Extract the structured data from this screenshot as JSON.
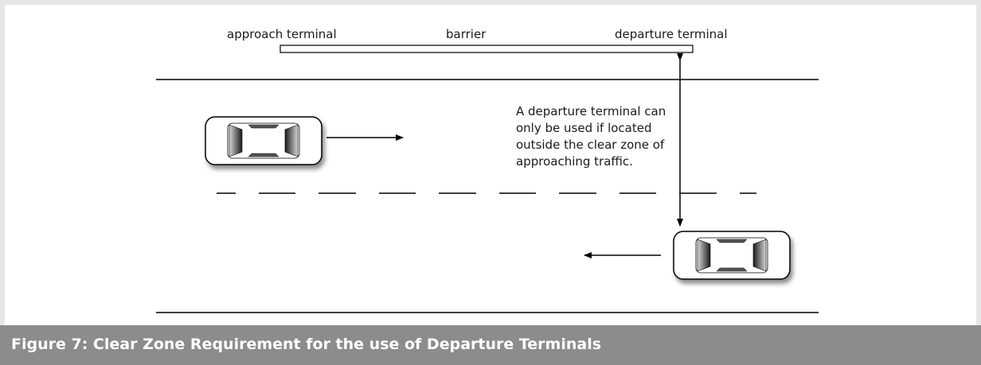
{
  "diagram": {
    "labels": {
      "approach_terminal": "approach terminal",
      "barrier": "barrier",
      "departure_terminal": "departure terminal"
    },
    "note_lines": [
      "A departure terminal can",
      "only be used if located",
      "outside the clear zone of",
      "approaching traffic."
    ]
  },
  "caption": "Figure 7: Clear Zone Requirement for the use of Departure Terminals",
  "colors": {
    "caption_bar": "#8c8c8c",
    "frame_border": "#e6e6e6",
    "line": "#000000"
  }
}
